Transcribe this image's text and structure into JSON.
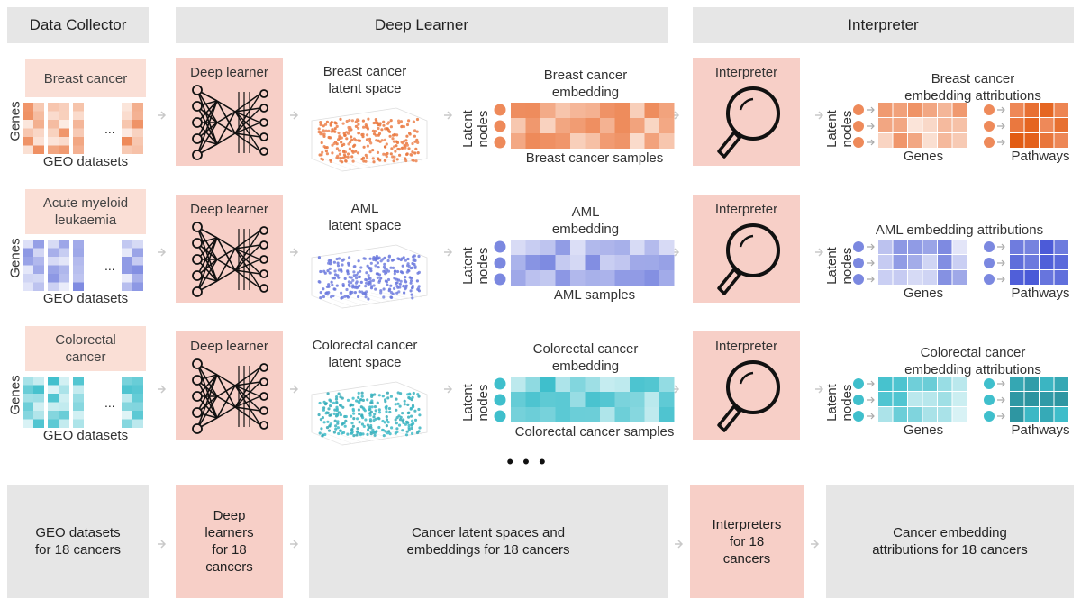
{
  "headers": {
    "collector": "Data Collector",
    "learner": "Deep Learner",
    "interpreter": "Interpreter"
  },
  "common": {
    "genes_axis": "Genes",
    "geo_datasets": "GEO datasets",
    "ellipsis": "...",
    "deep_learner": "Deep learner",
    "interpreter": "Interpreter",
    "latent_nodes_1": "Latent",
    "latent_nodes_2": "nodes",
    "genes": "Genes",
    "pathways": "Pathways",
    "more_rows": "• • •"
  },
  "rows": [
    {
      "cancer_label": "Breast cancer",
      "latent_space": "Breast cancer\nlatent space",
      "embedding": "Breast cancer\nembedding",
      "samples": "Breast cancer samples",
      "attributions": "Breast cancer\nembedding attributions",
      "color": "#ee8a5a",
      "color_light": "#fbe0d2",
      "color_dark": "#e25a10"
    },
    {
      "cancer_label": "Acute myeloid\nleukaemia",
      "latent_space": "AML\nlatent space",
      "embedding": "AML\nembedding",
      "samples": "AML samples",
      "attributions": "AML embedding attributions",
      "color": "#7b88e0",
      "color_light": "#dcdff6",
      "color_dark": "#4a5ad8"
    },
    {
      "cancer_label": "Colorectal\ncancer",
      "latent_space": "Colorectal cancer\nlatent space",
      "embedding": "Colorectal cancer\nembedding",
      "samples": "Colorectal cancer samples",
      "attributions": "Colorectal cancer\nembedding attributions",
      "color": "#3fbfcc",
      "color_light": "#cdeff2",
      "color_dark": "#2a8c98"
    }
  ],
  "bottom": {
    "geo": "GEO datasets\nfor 18 cancers",
    "learners": "Deep\nlearners\nfor 18\ncancers",
    "spaces": "Cancer latent spaces and\nembeddings for 18 cancers",
    "interpreters": "Interpreters\nfor 18\ncancers",
    "attributions": "Cancer embedding\nattributions for 18 cancers"
  }
}
